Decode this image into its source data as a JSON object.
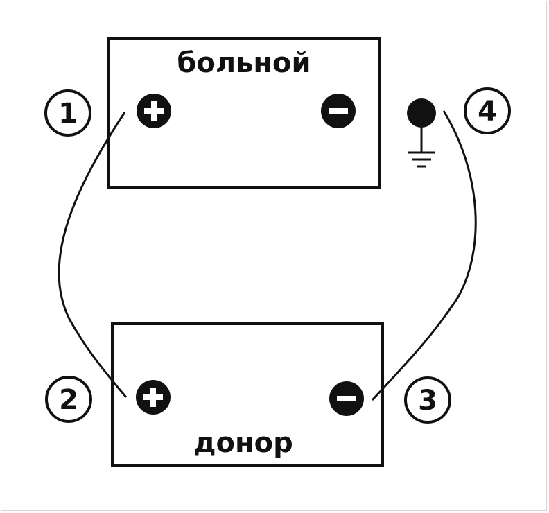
{
  "diagram": {
    "patient_battery": {
      "label": "больной"
    },
    "donor_battery": {
      "label": "донор"
    },
    "markers": {
      "m1": "1",
      "m2": "2",
      "m3": "3",
      "m4": "4"
    },
    "colors": {
      "ink": "#111111",
      "background": "#ffffff",
      "frame": "#cfd6de"
    }
  }
}
